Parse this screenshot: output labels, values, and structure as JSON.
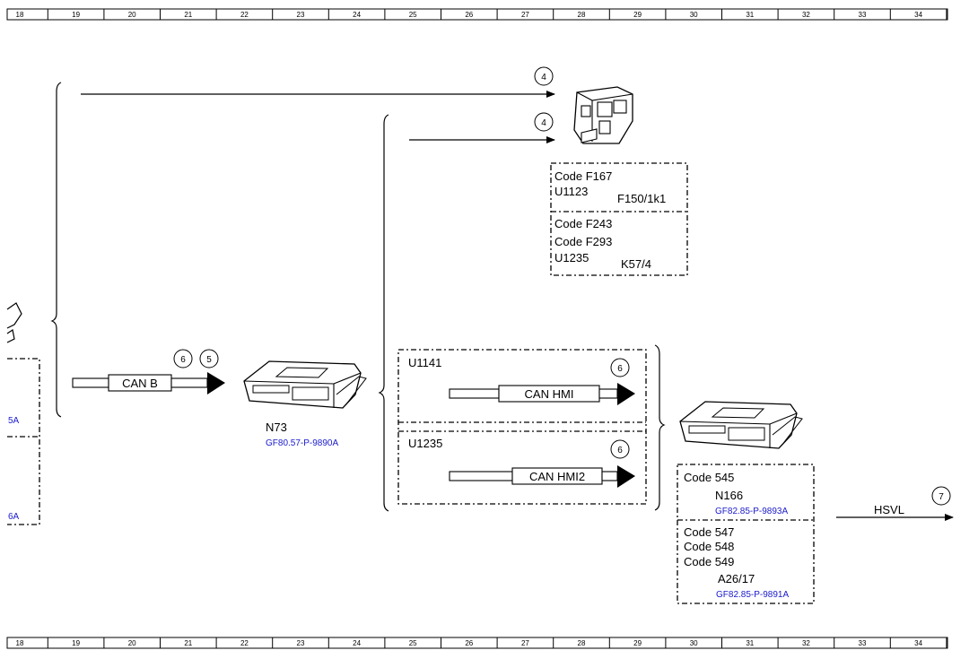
{
  "ruler": {
    "labels": [
      "18",
      "19",
      "20",
      "21",
      "22",
      "23",
      "24",
      "25",
      "26",
      "27",
      "28",
      "29",
      "30",
      "31",
      "32",
      "33",
      "34"
    ]
  },
  "labels": {
    "code_f167": "Code F167",
    "u1123": "U1123",
    "f150_1k1": "F150/1k1",
    "code_f243": "Code F243",
    "code_f293": "Code F293",
    "u1235_top": "U1235",
    "k57_4": "K57/4",
    "can_b": "CAN B",
    "n73": "N73",
    "ref_n73": "GF80.57-P-9890A",
    "u1141": "U1141",
    "can_hmi": "CAN HMI",
    "u1235_mid": "U1235",
    "can_hmi2": "CAN HMI2",
    "code_545": "Code 545",
    "n166": "N166",
    "ref_n166": "GF82.85-P-9893A",
    "code_547": "Code 547",
    "code_548": "Code 548",
    "code_549": "Code 549",
    "a26_17": "A26/17",
    "ref_a26_17": "GF82.85-P-9891A",
    "hsvl": "HSVL",
    "left_ref_1": "5A",
    "left_ref_2": "6A"
  },
  "markers": {
    "m4a": "4",
    "m4b": "4",
    "m6a": "6",
    "m5": "5",
    "m6b": "6",
    "m6c": "6",
    "m7": "7"
  }
}
